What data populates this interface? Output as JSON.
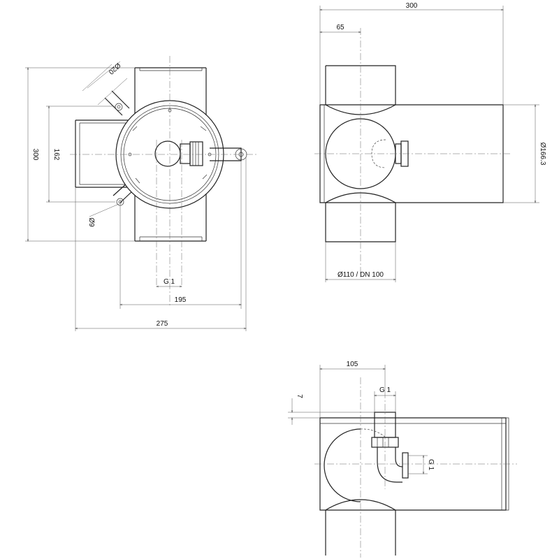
{
  "views": {
    "top": {
      "dim_overall_height": "300",
      "dim_inlet_height": "162",
      "dim_hole_top": "Ø20",
      "dim_hole_bottom": "Ø9",
      "dim_thread": "G 1",
      "dim_195": "195",
      "dim_275": "275"
    },
    "side": {
      "dim_overall_width": "300",
      "dim_offset": "65",
      "dim_body_diameter": "Ø166.3",
      "dim_pipe": "Ø110 / DN 100"
    },
    "front": {
      "dim_105": "105",
      "dim_7": "7",
      "dim_thread_top": "G 1",
      "dim_thread_side": "G 1"
    }
  }
}
